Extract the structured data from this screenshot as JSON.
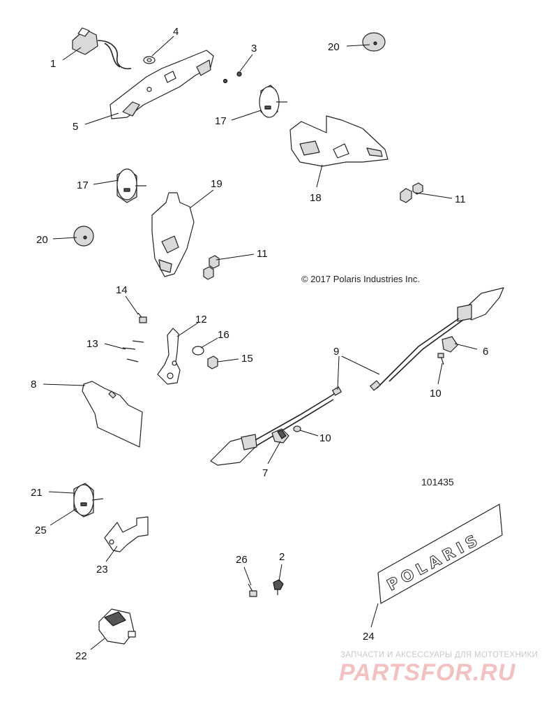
{
  "copyright": "© 2017 Polaris Industries Inc.",
  "diagram_id": "101435",
  "plate_logo_text": "POLARIS",
  "watermark": {
    "subtitle": "ЗАПЧАСТИ И АКСЕССУАРЫ ДЛЯ МОТОТЕХНИКИ",
    "logo": "PARTSFOR.RU"
  },
  "callouts": {
    "c1": "1",
    "c2": "2",
    "c3": "3",
    "c4": "4",
    "c5": "5",
    "c6": "6",
    "c7": "7",
    "c8": "8",
    "c9": "9",
    "c10a": "10",
    "c10b": "10",
    "c11a": "11",
    "c11b": "11",
    "c12": "12",
    "c13": "13",
    "c14": "14",
    "c15": "15",
    "c16": "16",
    "c17a": "17",
    "c17b": "17",
    "c18": "18",
    "c19": "19",
    "c20a": "20",
    "c20b": "20",
    "c21": "21",
    "c22": "22",
    "c23": "23",
    "c24": "24",
    "c25": "25",
    "c26": "26"
  },
  "colors": {
    "line": "#222222",
    "watermark_logo": "#f2c2c2",
    "watermark_text": "#c9c9c9"
  }
}
